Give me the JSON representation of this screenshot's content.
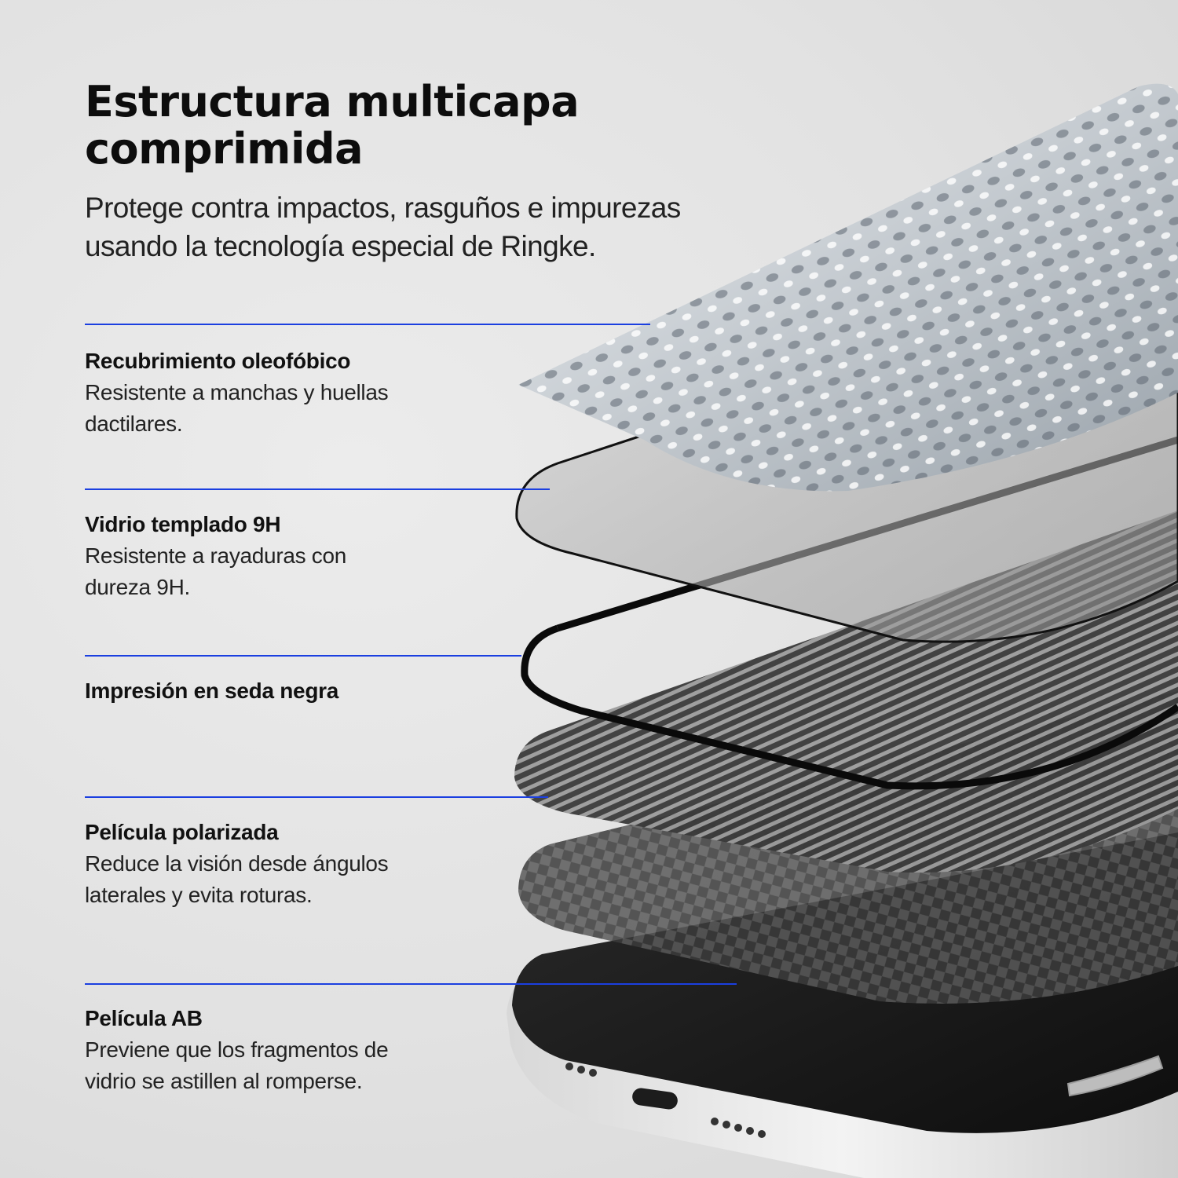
{
  "title": [
    "Estructura multicapa",
    "comprimida"
  ],
  "subtitle": [
    "Protege contra impactos, rasguños e impurezas",
    "usando la tecnología especial de Ringke."
  ],
  "accent_color": "#1b3fe0",
  "layers": [
    {
      "name": "Recubrimiento oleofóbico",
      "desc": [
        "Resistente a manchas y huellas",
        "dactilares."
      ]
    },
    {
      "name": "Vidrio templado 9H",
      "desc": [
        "Resistente a rayaduras con",
        "dureza 9H."
      ]
    },
    {
      "name": "Impresión en seda negra",
      "desc": []
    },
    {
      "name": "Película polarizada",
      "desc": [
        "Reduce la visión desde ángulos",
        "laterales y evita roturas."
      ]
    },
    {
      "name": "Película AB",
      "desc": [
        "Previene que los fragmentos de",
        "vidrio se astillen al romperse."
      ]
    }
  ]
}
